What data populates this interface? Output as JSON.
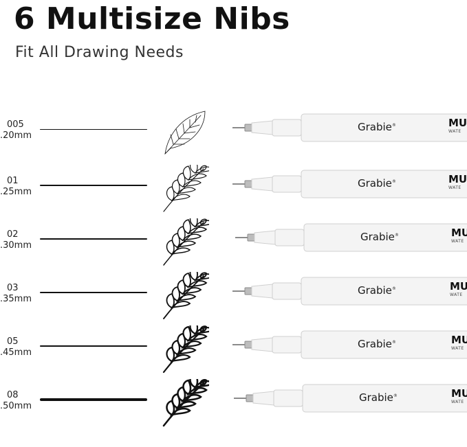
{
  "header": {
    "title": "6 Multisize Nibs",
    "subtitle": "Fit All Drawing Needs"
  },
  "pen": {
    "brand": "Grabie",
    "trademark": "®",
    "series_partial": "MU",
    "series_sub_partial": "WATE"
  },
  "nibs": [
    {
      "code": "005",
      "mm": ".20mm"
    },
    {
      "code": "01",
      "mm": ".25mm"
    },
    {
      "code": "02",
      "mm": ".30mm"
    },
    {
      "code": "03",
      "mm": ".35mm"
    },
    {
      "code": "05",
      "mm": ".45mm"
    },
    {
      "code": "08",
      "mm": ".50mm"
    }
  ],
  "colors": {
    "ink": "#111111",
    "pen_body": "#f4f4f4",
    "pen_outline": "#cfcfcf",
    "tip_metal": "#8a8a8a"
  }
}
